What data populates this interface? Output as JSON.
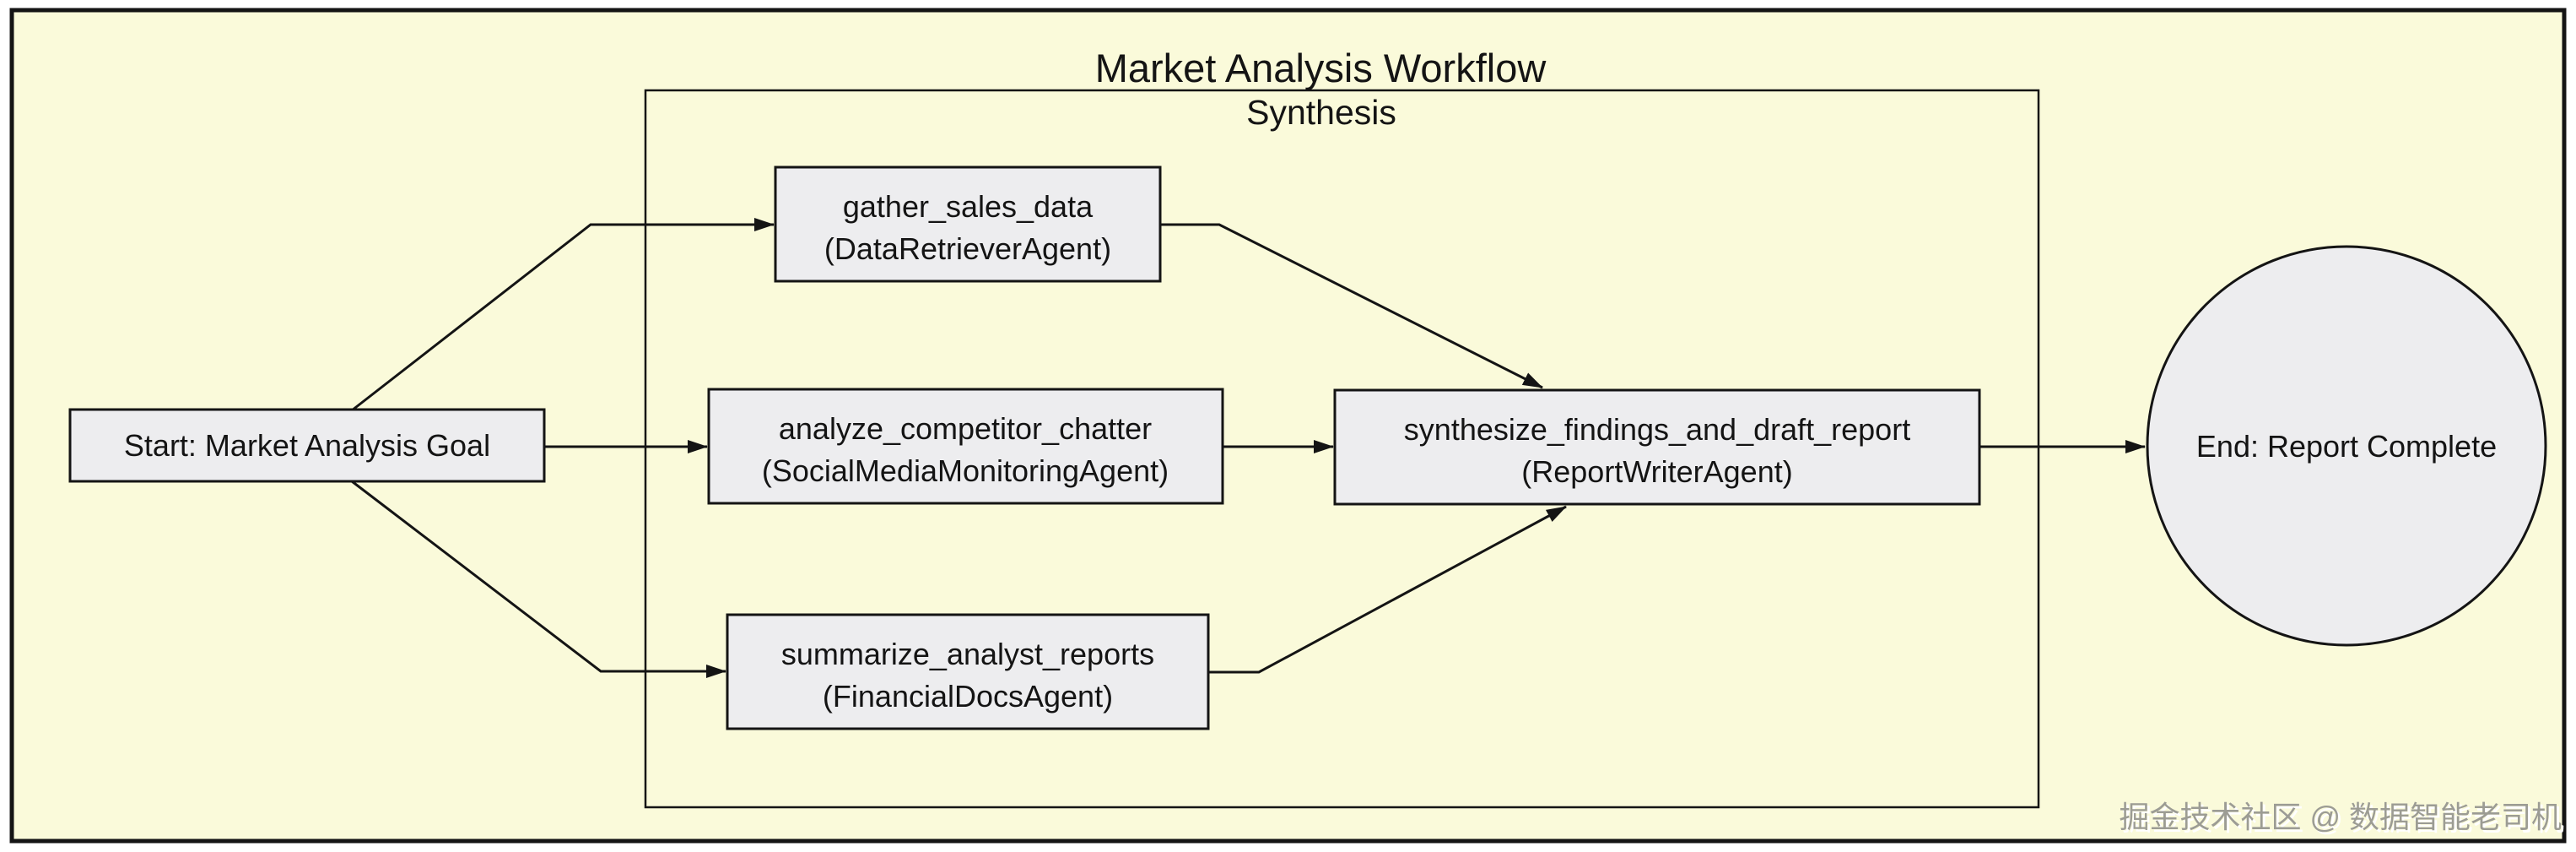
{
  "diagram": {
    "title": "Market Analysis Workflow",
    "cluster_label": "Synthesis",
    "nodes": {
      "start": {
        "label": "Start: Market Analysis Goal",
        "shape": "box"
      },
      "gather": {
        "line1": "gather_sales_data",
        "line2": "(DataRetrieverAgent)",
        "shape": "box"
      },
      "analyze": {
        "line1": "analyze_competitor_chatter",
        "line2": "(SocialMediaMonitoringAgent)",
        "shape": "box"
      },
      "summarize": {
        "line1": "summarize_analyst_reports",
        "line2": "(FinancialDocsAgent)",
        "shape": "box"
      },
      "synthesize": {
        "line1": "synthesize_findings_and_draft_report",
        "line2": "(ReportWriterAgent)",
        "shape": "box"
      },
      "end": {
        "label": "End: Report Complete",
        "shape": "circle"
      }
    },
    "edges": [
      {
        "from": "start",
        "to": "gather_sales_data"
      },
      {
        "from": "start",
        "to": "analyze_competitor_chatter"
      },
      {
        "from": "start",
        "to": "summarize_analyst_reports"
      },
      {
        "from": "gather_sales_data",
        "to": "synthesize_findings_and_draft_report"
      },
      {
        "from": "analyze_competitor_chatter",
        "to": "synthesize_findings_and_draft_report"
      },
      {
        "from": "summarize_analyst_reports",
        "to": "synthesize_findings_and_draft_report"
      },
      {
        "from": "synthesize_findings_and_draft_report",
        "to": "end"
      }
    ],
    "watermark": "掘金技术社区 @ 数据智能老司机",
    "colors": {
      "background": "#FAFADA",
      "node_fill": "#EDEDEF",
      "stroke": "#141414",
      "watermark": "#9C9C94"
    }
  }
}
